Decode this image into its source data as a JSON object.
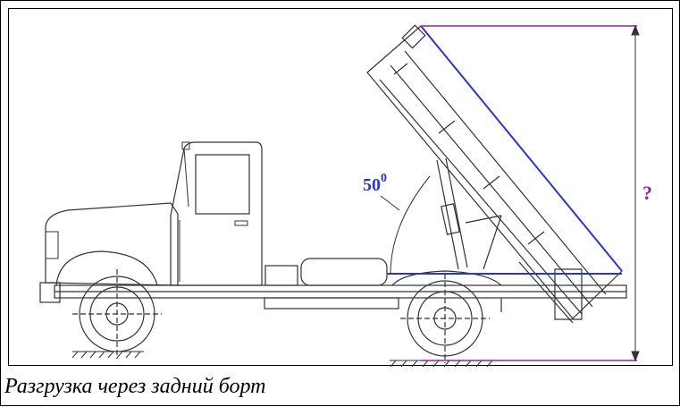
{
  "figure": {
    "caption": "Разгрузка через задний борт",
    "angle_label": "50",
    "angle_unit": "0",
    "height_label": "?"
  },
  "colors": {
    "line": "#333333",
    "angle": "#2a35c9",
    "height": "#8e2a8e"
  }
}
